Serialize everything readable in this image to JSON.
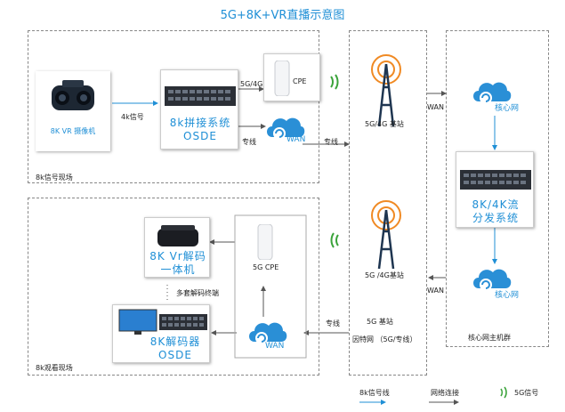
{
  "title": "5G+8K+VR直播示意图",
  "top_site": {
    "camera_label": "8K VR 摄像机",
    "signal_label": "4k信号",
    "osde_label_line1": "8k拼接系统",
    "osde_label_line2": "OSDE",
    "link_5g4g": "5G/4G",
    "cpe_label": "CPE",
    "link_dedicated": "专线",
    "wan_label": "WAN",
    "site_label": "8k信号现场"
  },
  "middle": {
    "link_top": "专线",
    "base_top_label": "5G/4G 基站",
    "base_bottom_label": "5G /4G基站",
    "bottom_label_line1": "5G 基站",
    "bottom_label_line2": "因特网 （5G/专线）",
    "link_bottom": "专线"
  },
  "core": {
    "wan_top": "WAN",
    "core_top_label": "核心网",
    "dist_label_line1": "8K/4K流",
    "dist_label_line2": "分发系统",
    "wan_bottom": "WAN",
    "core_bottom_label": "核心网",
    "cluster_label": "核心网主机群"
  },
  "bottom_site": {
    "vr_label_line1": "8K Vr解码",
    "vr_label_line2": "一体机",
    "multi_decoder": "多套解码终端",
    "decoder_label_line1": "8K解码器",
    "decoder_label_line2": "OSDE",
    "cpe_label": "5G CPE",
    "wan_label": "WAN",
    "site_label": "8k观看现场"
  },
  "legend": {
    "signal_line": "8k信号线",
    "network_line": "网络连接",
    "signal_5g": "5G信号"
  },
  "colors": {
    "accent": "#1f8fd6",
    "line": "#555555",
    "signal": "#3aa33a"
  }
}
